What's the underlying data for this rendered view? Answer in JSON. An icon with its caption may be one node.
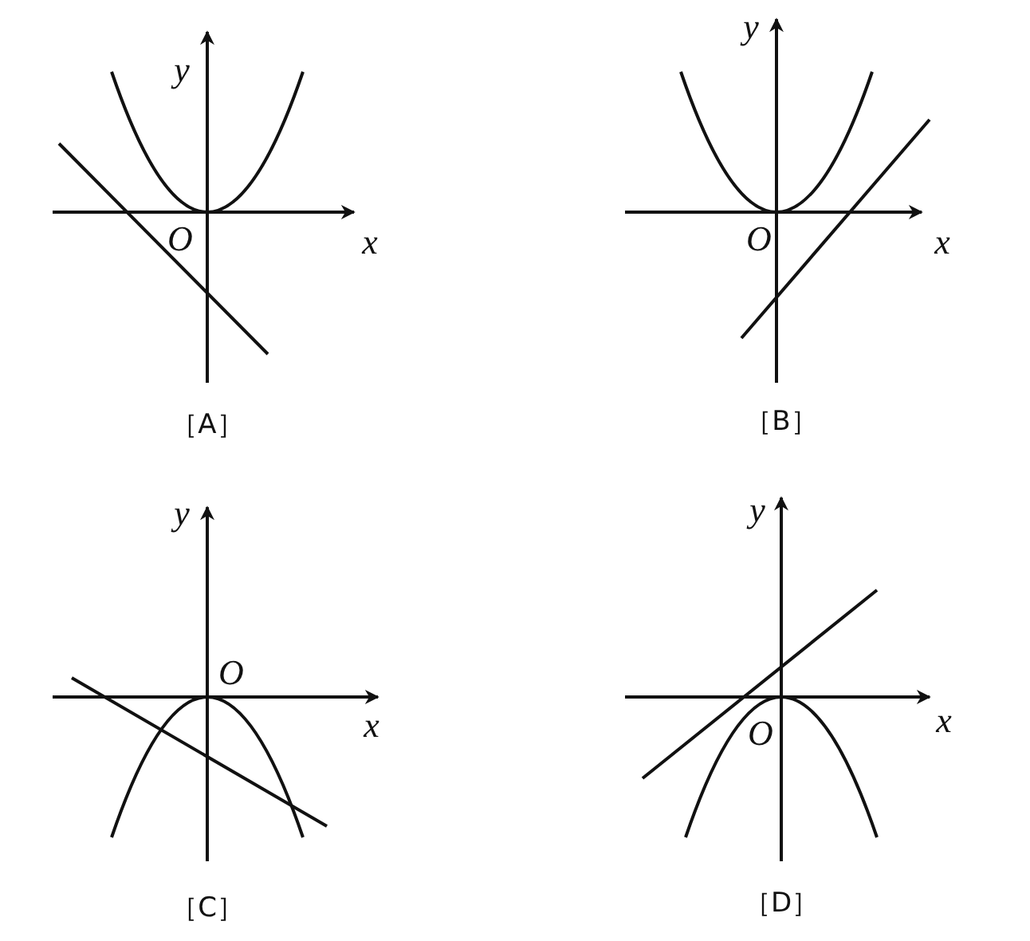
{
  "diagram": {
    "labels": [
      "y",
      "O",
      "x",
      "［A］",
      "y",
      "O",
      "x",
      "［B］",
      "y",
      "O",
      "x",
      "［C］",
      "y",
      "x",
      "O",
      "［D］"
    ]
  }
}
